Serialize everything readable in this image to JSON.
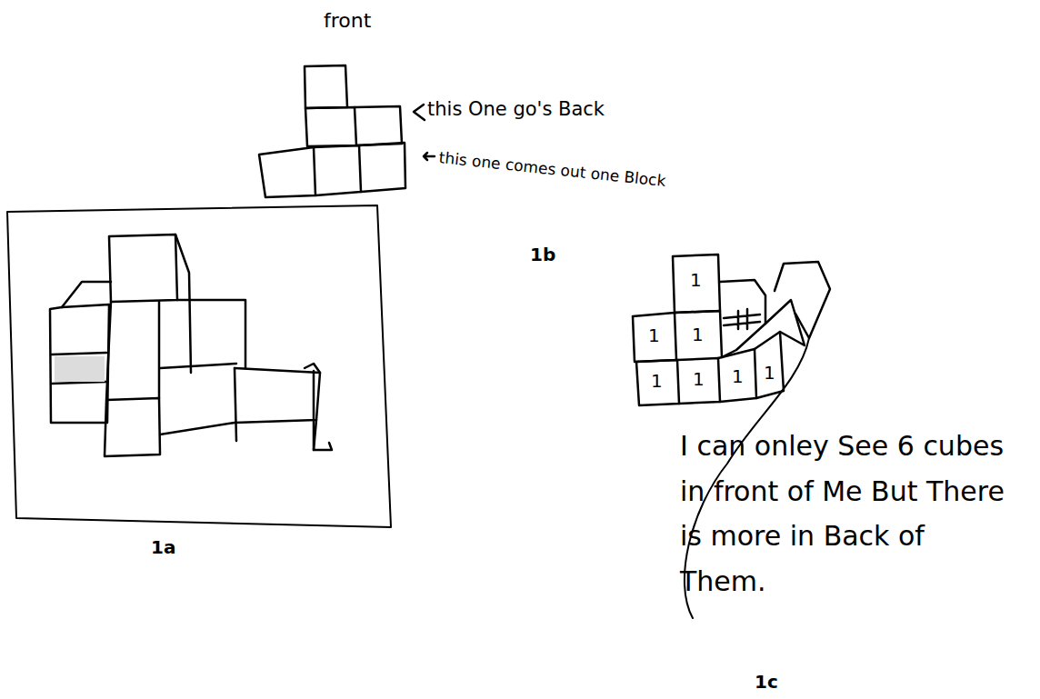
{
  "diagram": {
    "labels": [
      "front",
      "this One go's Back",
      "this one comes out one Block",
      "1b",
      "1a",
      "1",
      "1",
      "1",
      "1",
      "1",
      "1",
      "1",
      "I can onley See 6 cubes in front of Me But There is more in Back of Them.",
      "1c"
    ]
  }
}
